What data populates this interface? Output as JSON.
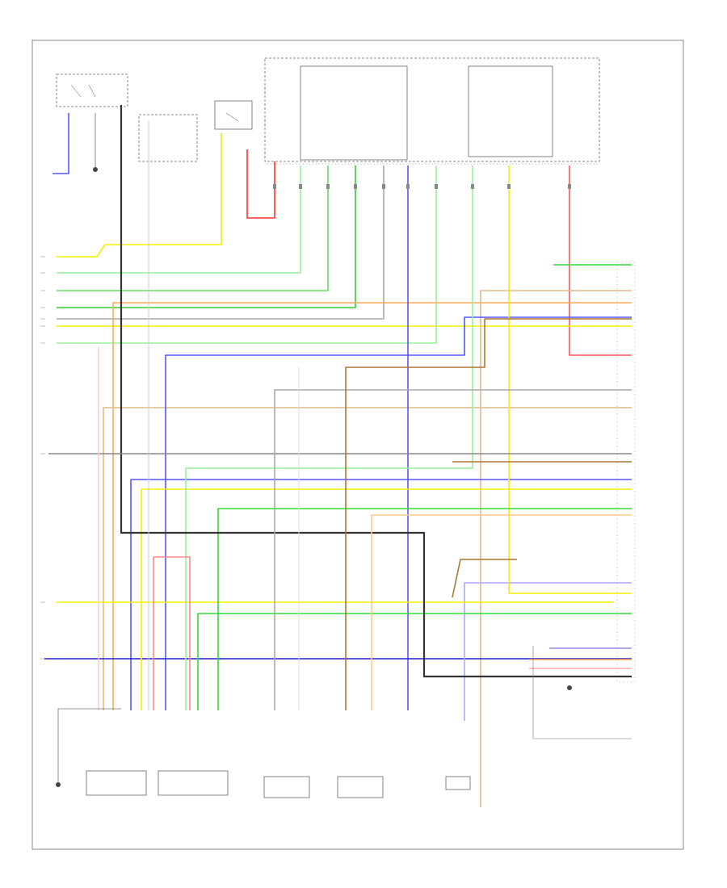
{
  "diagram": {
    "footer_code": "",
    "left_pins": [
      "",
      "",
      "",
      "",
      "",
      "",
      "",
      "",
      "",
      "",
      "",
      ""
    ],
    "top_components": [
      {
        "id": "c1",
        "label": ""
      },
      {
        "id": "c2",
        "label": ""
      },
      {
        "id": "c3",
        "label": ""
      },
      {
        "id": "c4",
        "label": ""
      },
      {
        "id": "c5",
        "label": ""
      }
    ],
    "bottom_components": [
      {
        "id": "b1",
        "label": ""
      },
      {
        "id": "b2",
        "label": ""
      },
      {
        "id": "b3",
        "label": ""
      },
      {
        "id": "b4",
        "label": ""
      },
      {
        "id": "b5",
        "label": ""
      }
    ],
    "wire_colors": {
      "red": "#ff3030",
      "yellow": "#f4f000",
      "green": "#33dd33",
      "lightgreen": "#99ee99",
      "blue": "#5555ff",
      "darkblue": "#2222cc",
      "black": "#333333",
      "gray": "#aaaaaa",
      "brown": "#aa7733",
      "tan": "#ddbb88",
      "orange": "#ffaa55",
      "pink": "#ff8888",
      "pink_light": "#ffcccc",
      "violet": "#9988dd",
      "lightblue": "#aaaaff"
    }
  }
}
